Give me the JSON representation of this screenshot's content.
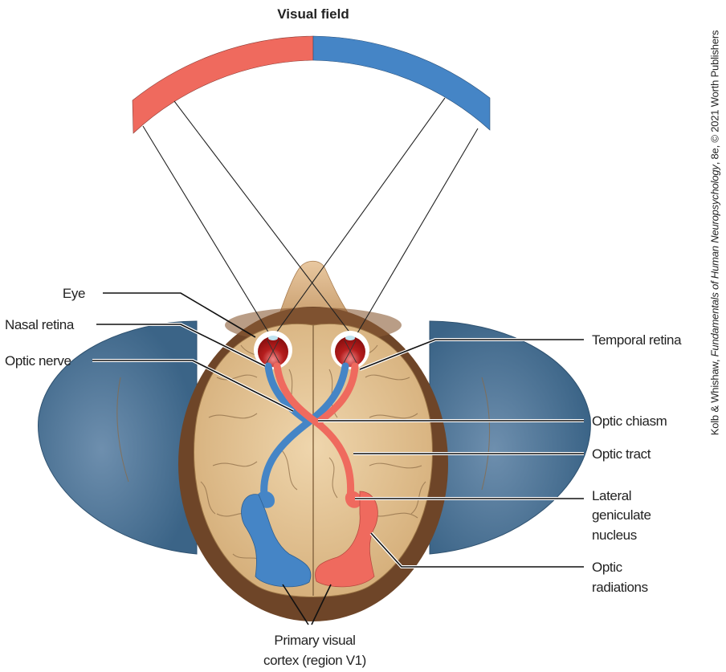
{
  "title": "Visual field",
  "colors": {
    "left_field": "#ef6a5e",
    "right_field": "#4585c6",
    "ear": "#3f6a8d",
    "head": "#6e4528",
    "brain": "#e2c394"
  },
  "labels": {
    "eye": "Eye",
    "nasal_retina": "Nasal retina",
    "optic_nerve": "Optic nerve",
    "temporal_retina": "Temporal retina",
    "optic_chiasm": "Optic chiasm",
    "optic_tract": "Optic tract",
    "lgn": [
      "Lateral",
      "geniculate",
      "nucleus"
    ],
    "optic_radiations": [
      "Optic",
      "radiations"
    ],
    "v1": [
      "Primary visual",
      "cortex (region V1)"
    ]
  },
  "credit": {
    "pre": "Kolb & Whishaw, ",
    "book": "Fundamentals of Human Neuropsychology",
    "post": ", 8e, © 2021 Worth Publishers"
  }
}
